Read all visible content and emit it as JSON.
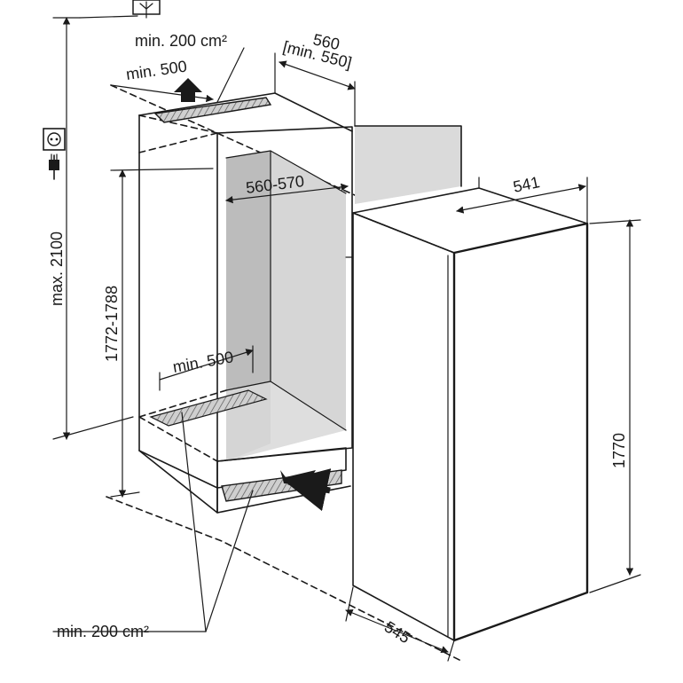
{
  "dimensions": {
    "vent_top_area": "min. 200 cm²",
    "vent_top_depth": "min. 500",
    "niche_depth": "560",
    "niche_depth_min": "[min. 550]",
    "niche_width": "560-570",
    "appliance_width": "541",
    "max_height": "max. 2100",
    "niche_height": "1772-1788",
    "vent_bottom_depth": "min. 500",
    "appliance_height": "1770",
    "appliance_depth": "545",
    "vent_bottom_area": "min. 200 cm²"
  },
  "icons": {
    "socket": "power-socket-icon",
    "plug": "power-plug-icon",
    "antenna": "antenna-icon"
  }
}
